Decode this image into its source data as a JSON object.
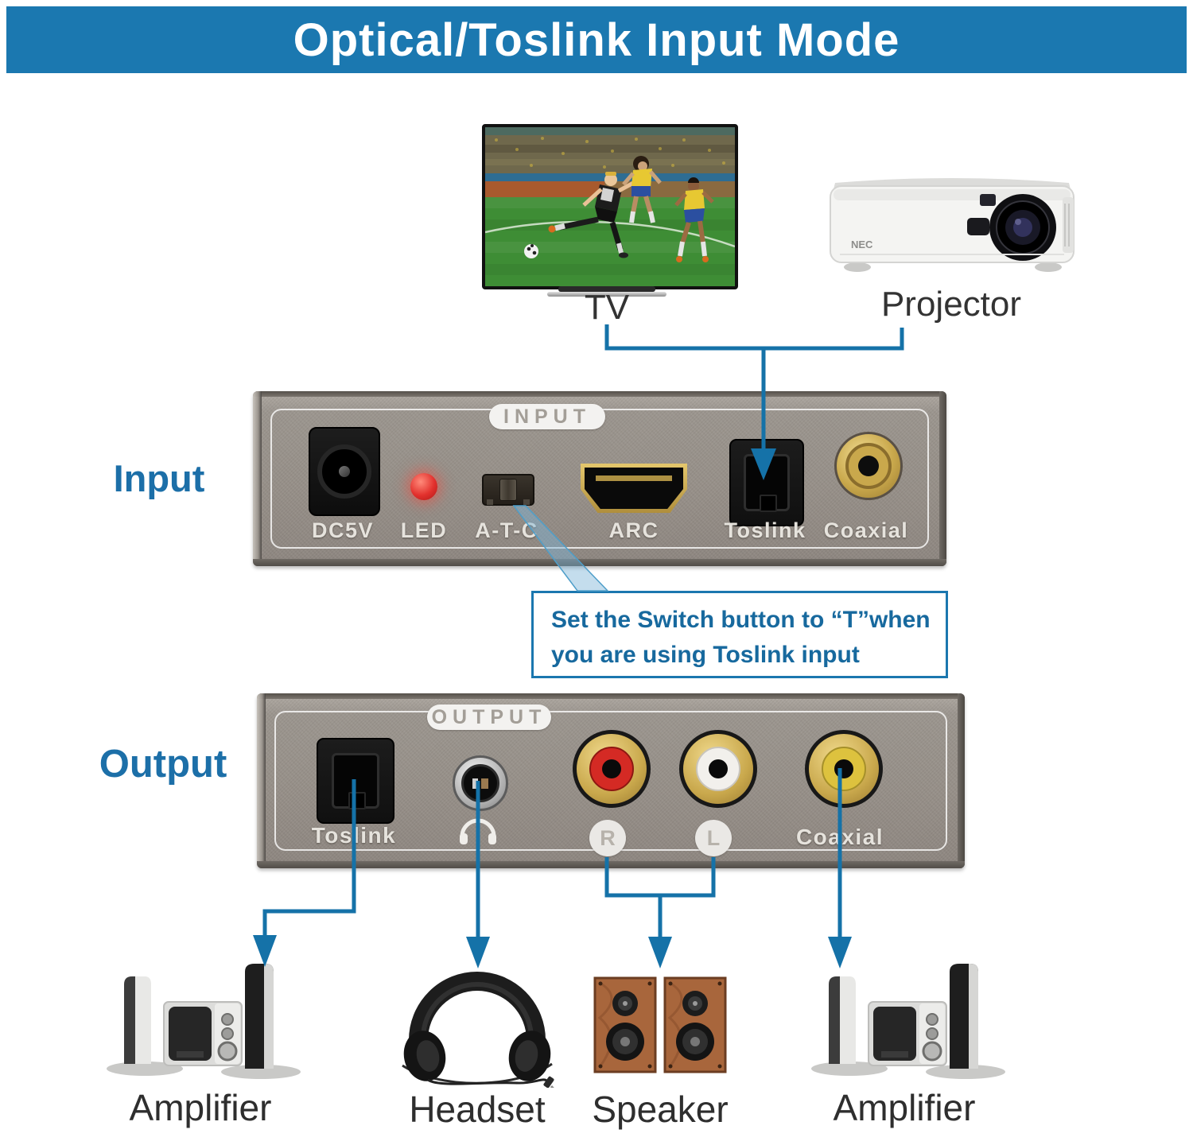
{
  "header": {
    "title": "Optical/Toslink Input Mode"
  },
  "sources": {
    "tv_label": "TV",
    "projector_label": "Projector",
    "projector_brand": "NEC"
  },
  "section_labels": {
    "input": "Input",
    "output": "Output"
  },
  "input_panel": {
    "pill": "INPUT",
    "port_labels": {
      "dc": "DC5V",
      "led": "LED",
      "switch": "A-T-C",
      "arc": "ARC",
      "toslink": "Toslink",
      "coaxial": "Coaxial"
    }
  },
  "callout": {
    "line1": "Set the Switch button to “T”when",
    "line2": "you are using Toslink input"
  },
  "output_panel": {
    "pill": "OUTPUT",
    "port_labels": {
      "toslink": "Toslink",
      "right_channel": "R",
      "left_channel": "L",
      "coaxial": "Coaxial"
    }
  },
  "bottom_devices": {
    "amplifier_left": "Amplifier",
    "headset": "Headset",
    "speaker": "Speaker",
    "amplifier_right": "Amplifier"
  },
  "colors": {
    "header_bg": "#1b78b0",
    "connector_blue": "#1572a8",
    "section_label_blue": "#1c6fa8",
    "callout_text": "#17699e",
    "callout_border": "#1b77af",
    "panel_gray": "#98928b",
    "led_red": "#e2312d",
    "gold": "#c9a84c",
    "rca_red": "#d42a24",
    "rca_white": "#f2f0ec",
    "rca_yellow": "#ddc23e"
  }
}
